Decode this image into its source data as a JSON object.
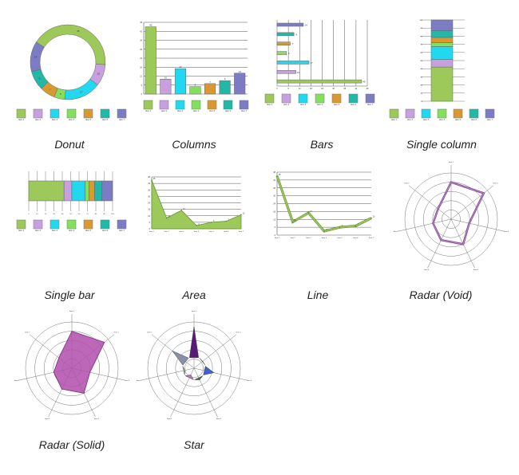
{
  "colors": [
    "#9cc95a",
    "#c8a0e0",
    "#22d8f0",
    "#84e05c",
    "#d89a30",
    "#22b8a8",
    "#7c7cc4"
  ],
  "series_labels": [
    "Item 1",
    "Item 2",
    "Item 3",
    "Item 4",
    "Item 5",
    "Item 6",
    "Item 7"
  ],
  "chart_data": [
    {
      "id": "donut",
      "type": "pie",
      "title": "Donut",
      "values": [
        45,
        10,
        17,
        5,
        7,
        9,
        14
      ]
    },
    {
      "id": "columns",
      "type": "bar",
      "title": "Columns",
      "values": [
        45,
        10,
        17,
        5,
        7,
        9,
        14
      ],
      "ylim": [
        0,
        48
      ]
    },
    {
      "id": "bars",
      "type": "bar",
      "title": "Bars",
      "orientation": "horizontal",
      "values": [
        45,
        10,
        17,
        5,
        7,
        9,
        14
      ],
      "xlim": [
        0,
        48
      ]
    },
    {
      "id": "single-column",
      "type": "bar",
      "title": "Single column",
      "stacked": true,
      "values": [
        45,
        10,
        17,
        5,
        7,
        9,
        14
      ]
    },
    {
      "id": "single-bar",
      "type": "bar",
      "title": "Single bar",
      "stacked": true,
      "orientation": "horizontal",
      "values": [
        45,
        10,
        17,
        5,
        7,
        9,
        14
      ]
    },
    {
      "id": "area",
      "type": "area",
      "title": "Area",
      "values": [
        45,
        10,
        17,
        3,
        6,
        7,
        13
      ],
      "ylim": [
        0,
        48
      ]
    },
    {
      "id": "line",
      "type": "line",
      "title": "Line",
      "values": [
        45,
        10,
        17,
        3,
        6,
        7,
        13
      ],
      "ylim": [
        0,
        48
      ]
    },
    {
      "id": "radar-void",
      "type": "line",
      "title": "Radar (Void)",
      "values": [
        40,
        45,
        20,
        30,
        25,
        20,
        18
      ],
      "rmax": 50
    },
    {
      "id": "radar-solid",
      "type": "area",
      "title": "Radar (Solid)",
      "values": [
        40,
        45,
        20,
        30,
        25,
        20,
        18
      ],
      "rmax": 50
    },
    {
      "id": "star",
      "type": "area",
      "title": "Star",
      "values": [
        45,
        12,
        22,
        14,
        8,
        10,
        30
      ],
      "rmax": 50
    }
  ]
}
